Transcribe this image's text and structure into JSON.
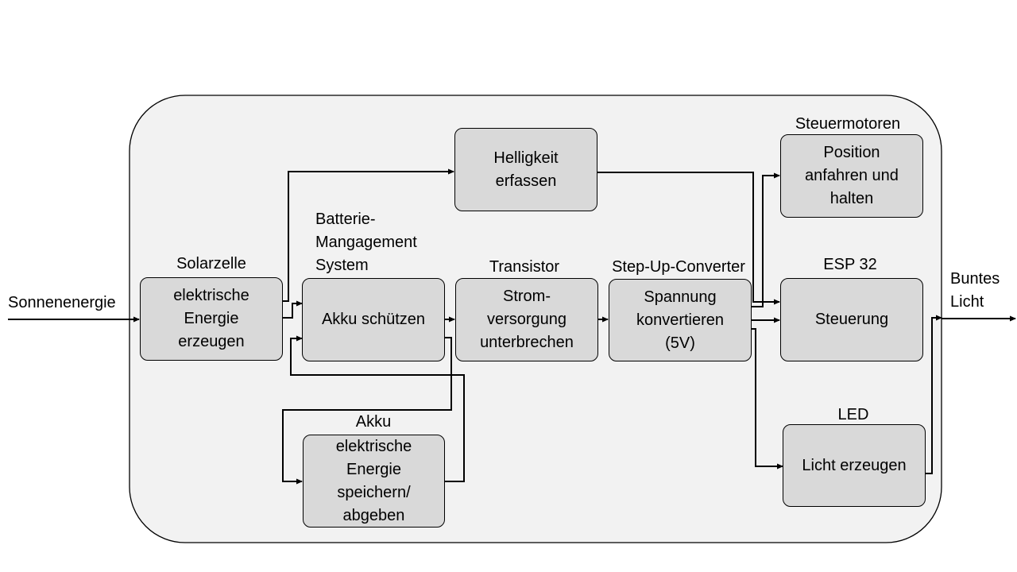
{
  "colors": {
    "container_fill": "#f2f2f2",
    "box_fill": "#d9d9d9",
    "line": "#000000"
  },
  "external": {
    "input_label": "Sonnenenergie",
    "output_label": "Buntes\nLicht"
  },
  "components": {
    "solarzelle": {
      "title": "Solarzelle",
      "function": "elektrische\nEnergie\nerzeugen"
    },
    "helligkeit": {
      "function": "Helligkeit\nerfassen"
    },
    "bms": {
      "title": "Batterie-\nMangagement\nSystem",
      "function": "Akku schützen"
    },
    "akku": {
      "title": "Akku",
      "function": "elektrische\nEnergie\nspeichern/\nabgeben"
    },
    "transistor": {
      "title": "Transistor",
      "function": "Strom-\nversorgung\nunterbrechen"
    },
    "stepup": {
      "title": "Step-Up-Converter",
      "function": "Spannung\nkonvertieren\n(5V)"
    },
    "steuermotoren": {
      "title": "Steuermotoren",
      "function": "Position\nanfahren und\nhalten"
    },
    "esp32": {
      "title": "ESP 32",
      "function": "Steuerung"
    },
    "led": {
      "title": "LED",
      "function": "Licht erzeugen"
    }
  }
}
